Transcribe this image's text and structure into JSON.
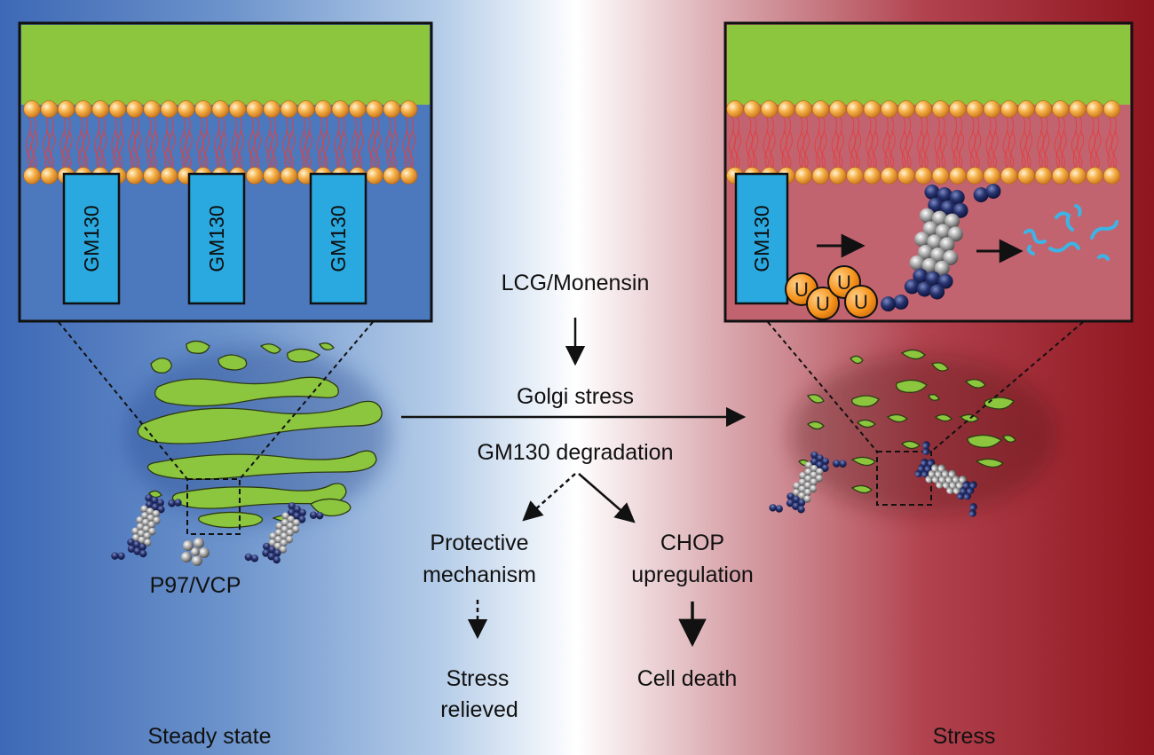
{
  "left_panel": {
    "protein_labels": [
      "GM130",
      "GM130",
      "GM130"
    ],
    "complex_label": "P97/VCP",
    "state_label": "Steady state"
  },
  "right_panel": {
    "protein_label": "GM130",
    "ubiquitin_labels": [
      "U",
      "U",
      "U",
      "U"
    ],
    "state_label": "Stress"
  },
  "center": {
    "treatment": "LCG/Monensin",
    "stress": "Golgi stress",
    "degradation": "GM130 degradation",
    "protective": [
      "Protective",
      "mechanism"
    ],
    "chop": [
      "CHOP",
      "upregulation"
    ],
    "relieved": [
      "Stress",
      "relieved"
    ],
    "death": "Cell death"
  },
  "colors": {
    "left_background": "#4a74ba",
    "center_background": "#ffffff",
    "right_background": "#951a22",
    "golgi": "#8cc63f",
    "gm130": "#29a9e0",
    "ubiquitin": "#f7941d",
    "lipid_head": "#f5a623",
    "lipid_tail": "#e23a3a",
    "p97_core": "#9a9a9a",
    "p97_edge": "#1f2a5e",
    "fragment": "#3cb4e5"
  }
}
